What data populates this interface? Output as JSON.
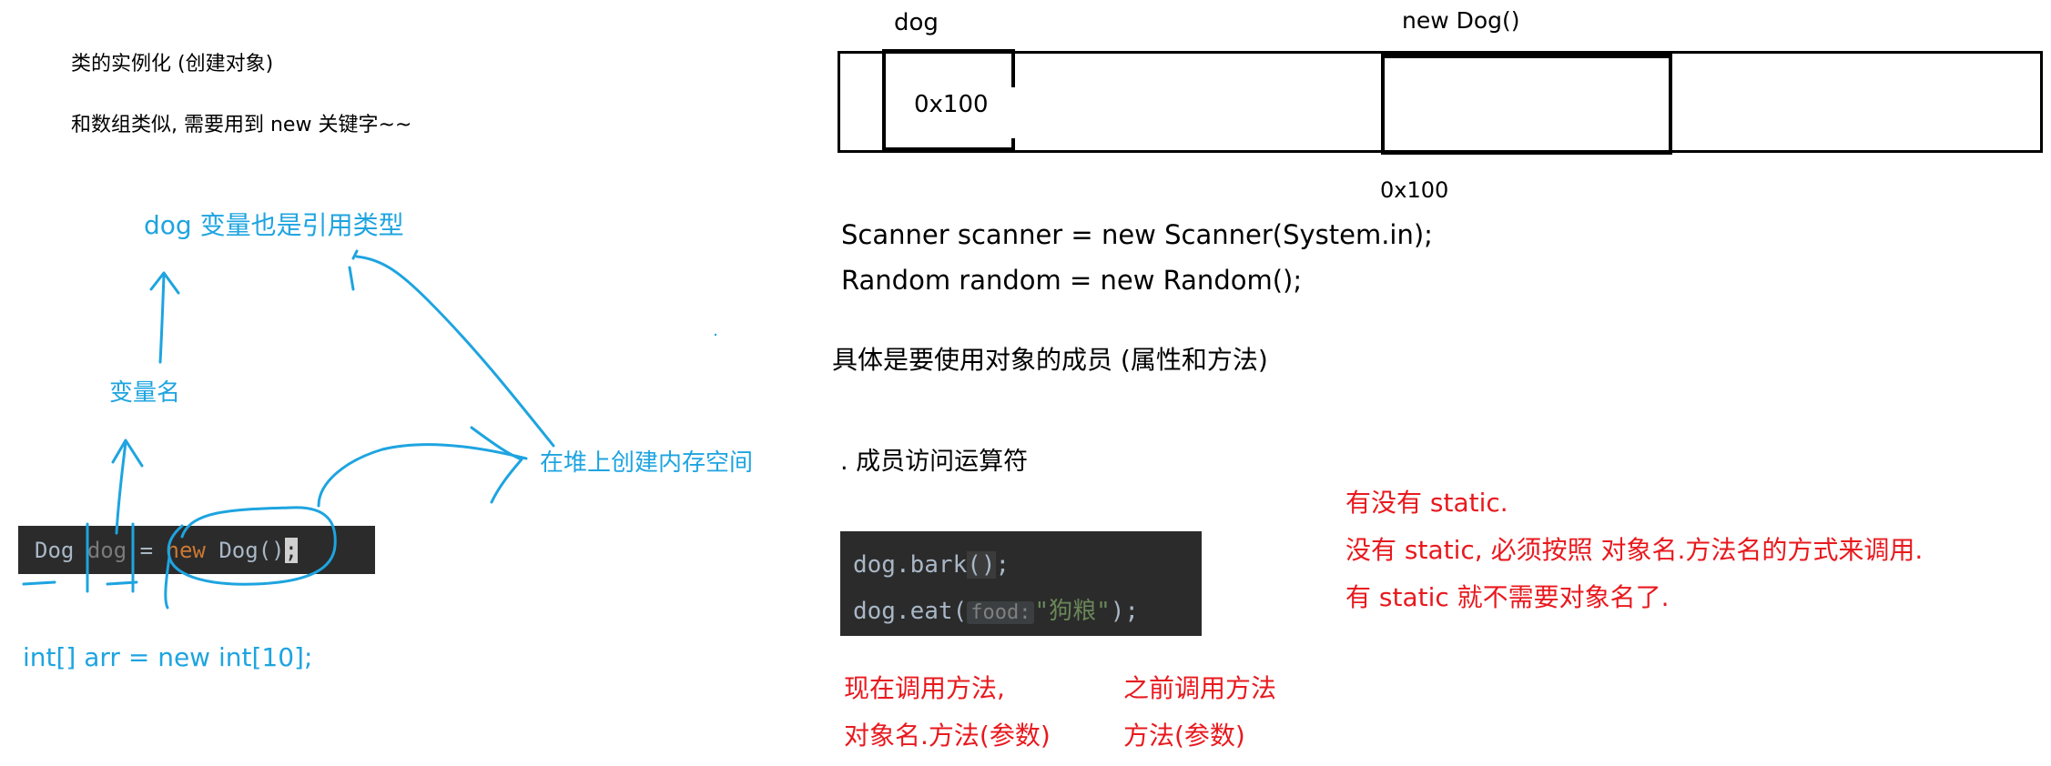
{
  "left_notes": {
    "title": "类的实例化 (创建对象)",
    "subtitle": "和数组类似, 需要用到 new 关键字~~"
  },
  "annotations": {
    "ref_type": "dog 变量也是引用类型",
    "var_name": "变量名",
    "heap_alloc": "在堆上创建内存空间"
  },
  "code_left": {
    "type": "Dog",
    "var": "dog",
    "eq": "=",
    "kw_new": "new",
    "ctor": "Dog()",
    "semi": ";"
  },
  "array_example": "int[] arr = new int[10];",
  "memory": {
    "var_label": "dog",
    "obj_label": "new Dog()",
    "ref_value": "0x100",
    "addr_label": "0x100"
  },
  "java_lines": [
    "Scanner scanner = new Scanner(System.in);",
    "Random random = new Random();"
  ],
  "members_note": "具体是要使用对象的成员 (属性和方法)",
  "dot_operator": ". 成员访问运算符",
  "code_right": {
    "line1_a": "dog.bark",
    "line1_b": "()",
    "line1_c": ";",
    "line2_a": "dog.eat(",
    "line2_hint": "food:",
    "line2_str": "\"狗粮\"",
    "line2_end": ");"
  },
  "now_call": [
    "现在调用方法,",
    "对象名.方法(参数)"
  ],
  "before_call": [
    "之前调用方法",
    "方法(参数)"
  ],
  "static_notes": [
    "有没有 static.",
    "没有 static, 必须按照 对象名.方法名的方式来调用.",
    "有 static 就不需要对象名了."
  ],
  "colors": {
    "ink_blue": "#1ea4e0",
    "ink_red": "#e8191e",
    "code_bg": "#2b2b2b",
    "code_keyword": "#cc7832",
    "code_string": "#6a8759",
    "code_text": "#a9b7c6"
  }
}
